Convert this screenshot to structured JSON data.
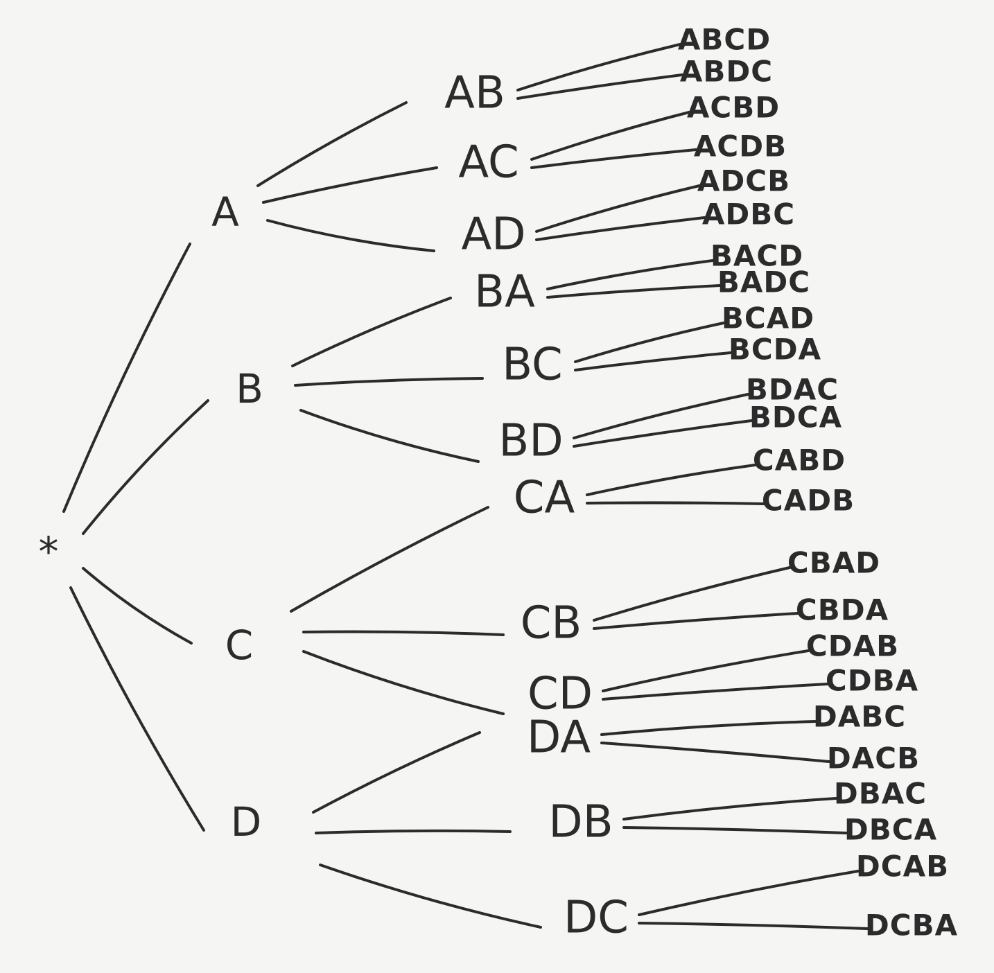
{
  "tree": {
    "root": "*",
    "children": [
      {
        "label": "A",
        "children": [
          {
            "label": "AB",
            "children": [
              "ABCD",
              "ABDC"
            ]
          },
          {
            "label": "AC",
            "children": [
              "ACBD",
              "ACDB"
            ]
          },
          {
            "label": "AD",
            "children": [
              "ADCB",
              "ADBC"
            ]
          }
        ]
      },
      {
        "label": "B",
        "children": [
          {
            "label": "BA",
            "children": [
              "BACD",
              "BADC"
            ]
          },
          {
            "label": "BC",
            "children": [
              "BCAD",
              "BCDA"
            ]
          },
          {
            "label": "BD",
            "children": [
              "BDAC",
              "BDCA"
            ]
          }
        ]
      },
      {
        "label": "C",
        "children": [
          {
            "label": "CA",
            "children": [
              "CABD",
              "CADB"
            ]
          },
          {
            "label": "CB",
            "children": [
              "CBAD",
              "CBDA"
            ]
          },
          {
            "label": "CD",
            "children": [
              "CDAB",
              "CDBA"
            ]
          }
        ]
      },
      {
        "label": "D",
        "children": [
          {
            "label": "DA",
            "children": [
              "DABC",
              "DACB"
            ]
          },
          {
            "label": "DB",
            "children": [
              "DBAC",
              "DBCA"
            ]
          },
          {
            "label": "DC",
            "children": [
              "DCAB",
              "DCBA"
            ]
          }
        ]
      }
    ]
  }
}
